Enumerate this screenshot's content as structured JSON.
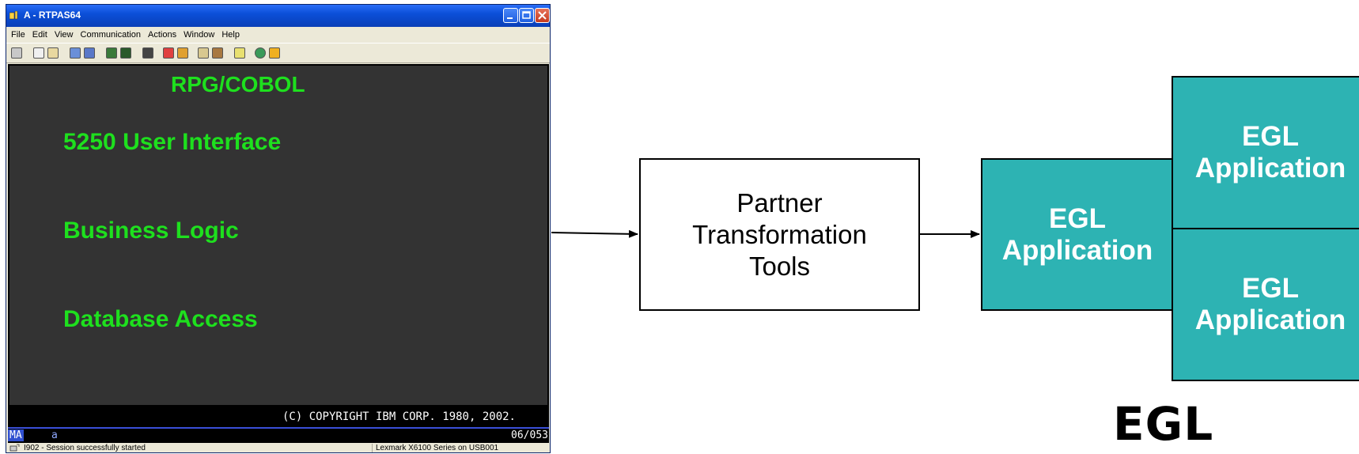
{
  "window": {
    "title": "A - RTPAS64",
    "menu": [
      "File",
      "Edit",
      "View",
      "Communication",
      "Actions",
      "Window",
      "Help"
    ],
    "toolbar_icons": [
      "print-screen-icon",
      "copy-icon",
      "paste-icon",
      "send-icon",
      "receive-icon",
      "display-icon",
      "keyboard-icon",
      "macro-icon",
      "record-icon",
      "play-icon",
      "transfer-up-icon",
      "transfer-down-icon",
      "clipboard-icon",
      "web-icon",
      "edit-icon"
    ],
    "screen": {
      "heading": "RPG/COBOL",
      "lines": [
        "5250 User Interface",
        "Business Logic",
        "Database Access"
      ],
      "copyright": "(C) COPYRIGHT IBM CORP. 1980, 2002."
    },
    "oia": {
      "mode": "MA",
      "char": "a",
      "cursor": "06/053"
    },
    "status": {
      "message": "I902 - Session successfully started",
      "printer": "Lexmark X6100 Series on USB001"
    }
  },
  "diagram": {
    "partner_box": "Partner\nTransformation\nTools",
    "egl_main": "EGL\nApplication",
    "egl_top": "EGL\nApplication",
    "egl_bottom": "EGL\nApplication",
    "logo": "EGL",
    "colors": {
      "egl_fill": "#2db3b3",
      "terminal_text": "#1ee01e",
      "terminal_bg": "#333333"
    }
  }
}
